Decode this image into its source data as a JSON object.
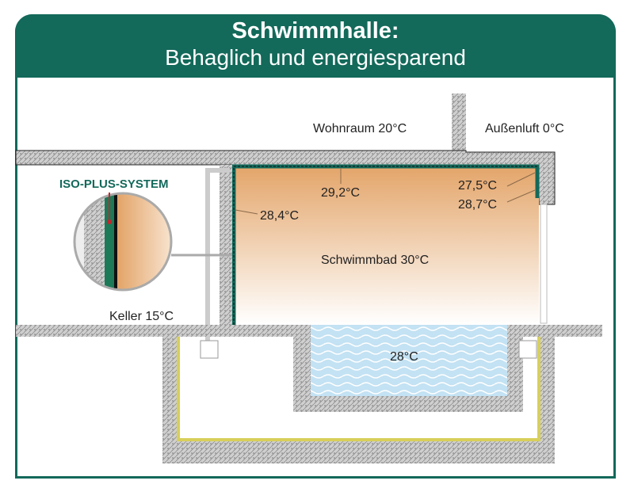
{
  "header": {
    "title": "Schwimmhalle:",
    "subtitle": "Behaglich und energiesparend"
  },
  "labels": {
    "wohnraum": "Wohnraum 20°C",
    "aussenluft": "Außenluft 0°C",
    "t_ceiling": "29,2°C",
    "t_wall_left": "28,4°C",
    "t_corner_1": "27,5°C",
    "t_corner_2": "28,7°C",
    "schwimmbad": "Schwimmbad 30°C",
    "keller": "Keller 15°C",
    "pool": "28°C"
  },
  "logo": "ISO-PLUS-SYSTEM",
  "colors": {
    "brand": "#13695a",
    "warm": "#e3a468",
    "water": "#bfe0f2",
    "concrete": "#c8c8c8",
    "insulation": "#d8cf5a",
    "marker": "#c0282d"
  }
}
